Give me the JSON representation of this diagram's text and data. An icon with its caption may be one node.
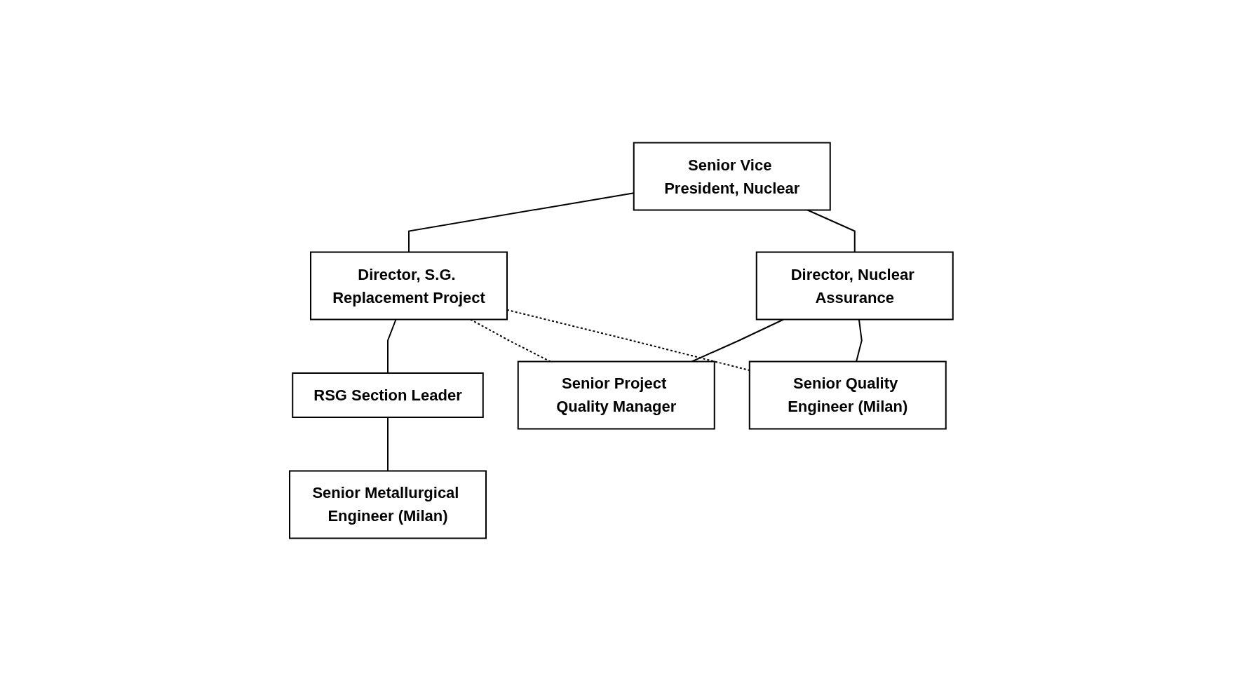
{
  "diagram": {
    "nodes": [
      {
        "text": [
          "Senior Vice President, Nuclear"
        ]
      },
      {
        "text": [
          "Director, S.G. Replacement Project"
        ]
      },
      {
        "text": [
          "Director, Nuclear Assurance"
        ]
      },
      {
        "text": [
          "RSG Section Leader"
        ]
      },
      {
        "text": [
          "Senior Project Quality Manager"
        ]
      },
      {
        "text": [
          "Senior Quality Engineer (Milan)"
        ]
      },
      {
        "text": [
          "Senior Metallurgical Engineer (Milan)"
        ]
      }
    ],
    "edges": [
      {
        "from": 0,
        "to": 1,
        "arrow": "none"
      },
      {
        "from": 0,
        "to": 2,
        "arrow": "none"
      },
      {
        "from": 1,
        "to": 3,
        "arrow": "none"
      },
      {
        "from": 2,
        "to": 4,
        "arrow": "none"
      },
      {
        "from": 2,
        "to": 5,
        "arrow": "none"
      },
      {
        "from": 3,
        "to": 6,
        "arrow": "none"
      },
      {
        "from": 1,
        "to": 4,
        "arrow": "none",
        "style": "dashed"
      },
      {
        "from": 1,
        "to": 5,
        "arrow": "none",
        "style": "dashed"
      }
    ]
  }
}
